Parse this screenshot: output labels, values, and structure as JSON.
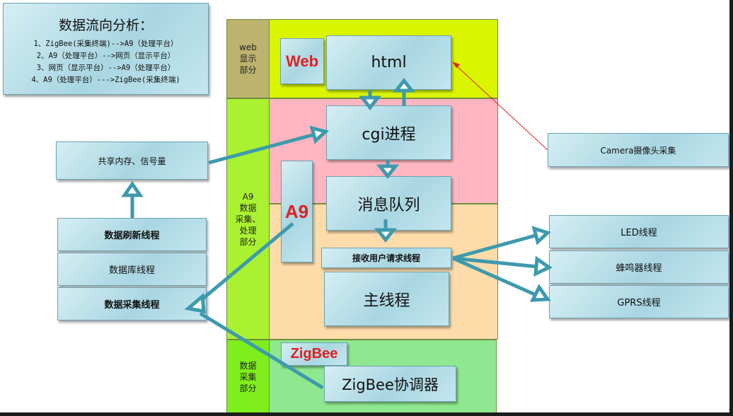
{
  "analysis": {
    "title": "数据流向分析：",
    "lines": [
      "1、ZigBee(采集终端)-->A9（处理平台）",
      "2、A9（处理平台）-->网页（显示平台）",
      "3、网页（显示平台）-->A9（处理平台）",
      "4、A9（处理平台）--->ZigBee(采集终端)"
    ]
  },
  "layers": {
    "web_label": "web\n显示\n部分",
    "a9_label": "A9\n数据\n采集、\n处理\n部分",
    "data_label": "数据\n采集\n部分"
  },
  "tags": {
    "web": "Web",
    "a9": "A9",
    "zigbee": "ZigBee"
  },
  "center": {
    "html": "html",
    "cgi": "cgi进程",
    "queue": "消息队列",
    "recv": "接收用户请求线程",
    "main": "主线程",
    "coordinator": "ZigBee协调器"
  },
  "left": {
    "shm": "共享内存、信号量",
    "refresh": "数据刷新线程",
    "db": "数据库线程",
    "collect": "数据采集线程"
  },
  "right": {
    "camera": "Camera摄像头采集",
    "led": "LED线程",
    "buzzer": "蜂鸣器线程",
    "gprs": "GPRS线程"
  },
  "colors": {
    "web_zone": "#d9f500",
    "cgi_zone": "#ffb6c1",
    "a9_zone": "#fddcaa",
    "zigbee_zone": "#8fe88f",
    "left_col": "#aaf230",
    "arrow": "#3d9aad",
    "red_arrow": "#e02020"
  }
}
